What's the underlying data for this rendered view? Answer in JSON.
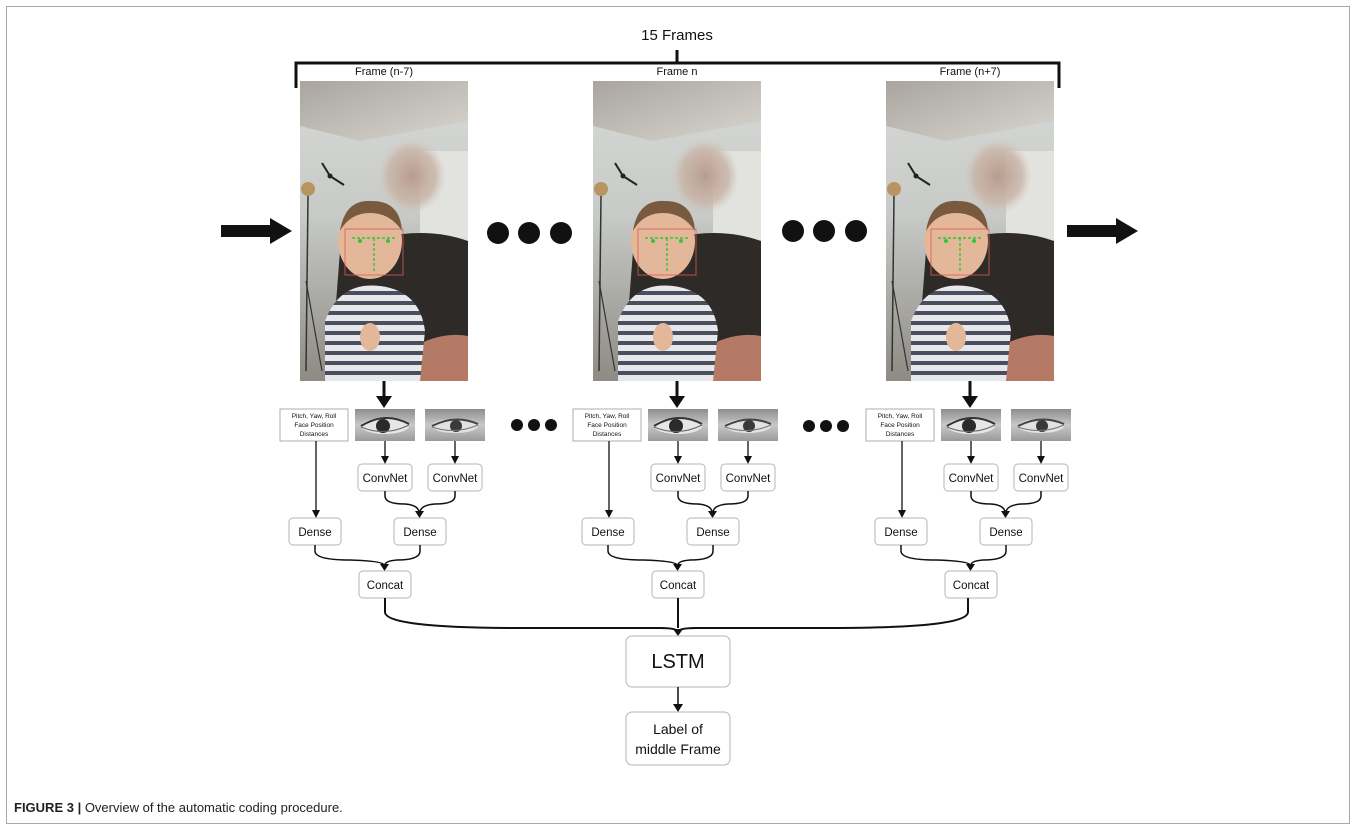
{
  "top_label": "15 Frames",
  "frames": [
    {
      "label": "Frame (n-7)",
      "features": [
        "Pitch, Yaw, Roll",
        "Face Position",
        "Distances"
      ],
      "convnet_labels": [
        "ConvNet",
        "ConvNet"
      ],
      "dense_labels": [
        "Dense",
        "Dense"
      ],
      "concat_label": "Concat"
    },
    {
      "label": "Frame n",
      "features": [
        "Pitch, Yaw, Roll",
        "Face Position",
        "Distances"
      ],
      "convnet_labels": [
        "ConvNet",
        "ConvNet"
      ],
      "dense_labels": [
        "Dense",
        "Dense"
      ],
      "concat_label": "Concat"
    },
    {
      "label": "Frame (n+7)",
      "features": [
        "Pitch, Yaw, Roll",
        "Face Position",
        "Distances"
      ],
      "convnet_labels": [
        "ConvNet",
        "ConvNet"
      ],
      "dense_labels": [
        "Dense",
        "Dense"
      ],
      "concat_label": "Concat"
    }
  ],
  "lstm_label": "LSTM",
  "output_label": [
    "Label of",
    "middle Frame"
  ],
  "caption": {
    "prefix": "FIGURE 3 |",
    "text": " Overview of the automatic coding procedure."
  }
}
